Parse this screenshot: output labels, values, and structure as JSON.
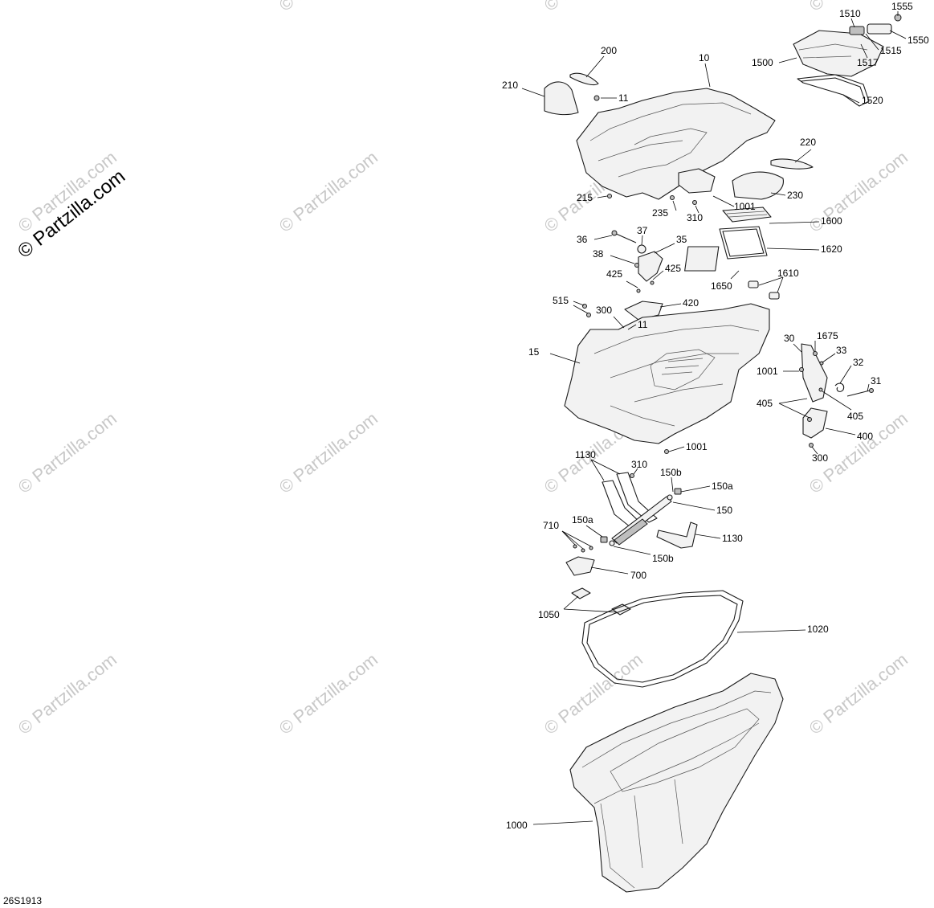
{
  "watermark": {
    "text": "© Partzilla.com",
    "main_text": "© Partzilla.com"
  },
  "diagram_code": "26S1913",
  "callouts": [
    {
      "id": "c1555",
      "label": "1555"
    },
    {
      "id": "c1510",
      "label": "1510"
    },
    {
      "id": "c1550",
      "label": "1550"
    },
    {
      "id": "c1515",
      "label": "1515"
    },
    {
      "id": "c1517",
      "label": "1517"
    },
    {
      "id": "c1500",
      "label": "1500"
    },
    {
      "id": "c1520",
      "label": "1520"
    },
    {
      "id": "c200",
      "label": "200"
    },
    {
      "id": "c10",
      "label": "10"
    },
    {
      "id": "c210",
      "label": "210"
    },
    {
      "id": "c11a",
      "label": "11"
    },
    {
      "id": "c220",
      "label": "220"
    },
    {
      "id": "c215",
      "label": "215"
    },
    {
      "id": "c230",
      "label": "230"
    },
    {
      "id": "c1001a",
      "label": "1001"
    },
    {
      "id": "c235",
      "label": "235"
    },
    {
      "id": "c310a",
      "label": "310"
    },
    {
      "id": "c1600",
      "label": "1600"
    },
    {
      "id": "c37",
      "label": "37"
    },
    {
      "id": "c36",
      "label": "36"
    },
    {
      "id": "c35",
      "label": "35"
    },
    {
      "id": "c1620",
      "label": "1620"
    },
    {
      "id": "c38",
      "label": "38"
    },
    {
      "id": "c425a",
      "label": "425"
    },
    {
      "id": "c425b",
      "label": "425"
    },
    {
      "id": "c1650",
      "label": "1650"
    },
    {
      "id": "c1610",
      "label": "1610"
    },
    {
      "id": "c515",
      "label": "515"
    },
    {
      "id": "c420",
      "label": "420"
    },
    {
      "id": "c300a",
      "label": "300"
    },
    {
      "id": "c11b",
      "label": "11"
    },
    {
      "id": "c30",
      "label": "30"
    },
    {
      "id": "c1675",
      "label": "1675"
    },
    {
      "id": "c33",
      "label": "33"
    },
    {
      "id": "c15",
      "label": "15"
    },
    {
      "id": "c1001b",
      "label": "1001"
    },
    {
      "id": "c32",
      "label": "32"
    },
    {
      "id": "c31",
      "label": "31"
    },
    {
      "id": "c405a",
      "label": "405"
    },
    {
      "id": "c405b",
      "label": "405"
    },
    {
      "id": "c400",
      "label": "400"
    },
    {
      "id": "c1001c",
      "label": "1001"
    },
    {
      "id": "c300b",
      "label": "300"
    },
    {
      "id": "c1130a",
      "label": "1130"
    },
    {
      "id": "c310b",
      "label": "310"
    },
    {
      "id": "c150b1",
      "label": "150b"
    },
    {
      "id": "c150a1",
      "label": "150a"
    },
    {
      "id": "c150",
      "label": "150"
    },
    {
      "id": "c710",
      "label": "710"
    },
    {
      "id": "c150a2",
      "label": "150a"
    },
    {
      "id": "c1130b",
      "label": "1130"
    },
    {
      "id": "c150b2",
      "label": "150b"
    },
    {
      "id": "c700",
      "label": "700"
    },
    {
      "id": "c1050",
      "label": "1050"
    },
    {
      "id": "c1020",
      "label": "1020"
    },
    {
      "id": "c1000",
      "label": "1000"
    }
  ]
}
